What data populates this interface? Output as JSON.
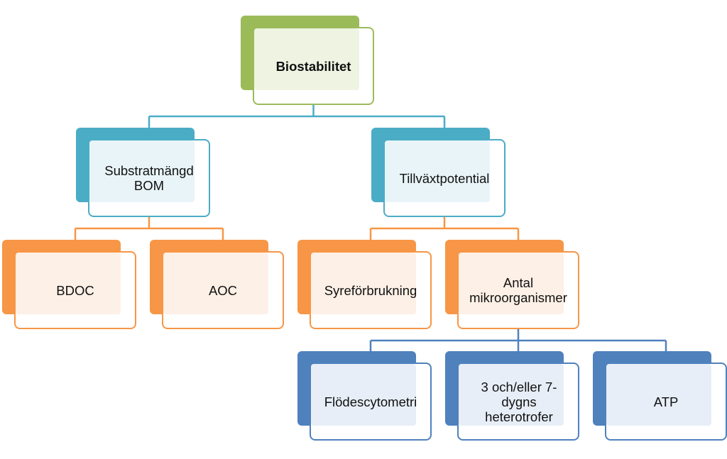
{
  "colors": {
    "green": "#9bbb59",
    "teal": "#4bacc6",
    "orange": "#f79646",
    "blue": "#4f81bd",
    "green_fill": "#eef3e2",
    "teal_fill": "#e9f4f8",
    "orange_fill": "#fdf0e6",
    "blue_fill": "#e7eef7"
  },
  "nodes": {
    "root": {
      "label": "Biostabilitet"
    },
    "substrate": {
      "label": "Substratmängd BOM"
    },
    "growth": {
      "label": "Tillväxtpotential"
    },
    "bdoc": {
      "label": "BDOC"
    },
    "aoc": {
      "label": "AOC"
    },
    "oxygen": {
      "label": "Syreförbrukning"
    },
    "microorganisms": {
      "label": "Antal mikroorganismer"
    },
    "flow": {
      "label": "Flödescytometri"
    },
    "heterotrophs": {
      "label": "3 och/eller 7-dygns heterotrofer"
    },
    "atp": {
      "label": "ATP"
    }
  },
  "edges": [
    [
      "root",
      "substrate"
    ],
    [
      "root",
      "growth"
    ],
    [
      "substrate",
      "bdoc"
    ],
    [
      "substrate",
      "aoc"
    ],
    [
      "growth",
      "oxygen"
    ],
    [
      "growth",
      "microorganisms"
    ],
    [
      "microorganisms",
      "flow"
    ],
    [
      "microorganisms",
      "heterotrophs"
    ],
    [
      "microorganisms",
      "atp"
    ]
  ]
}
